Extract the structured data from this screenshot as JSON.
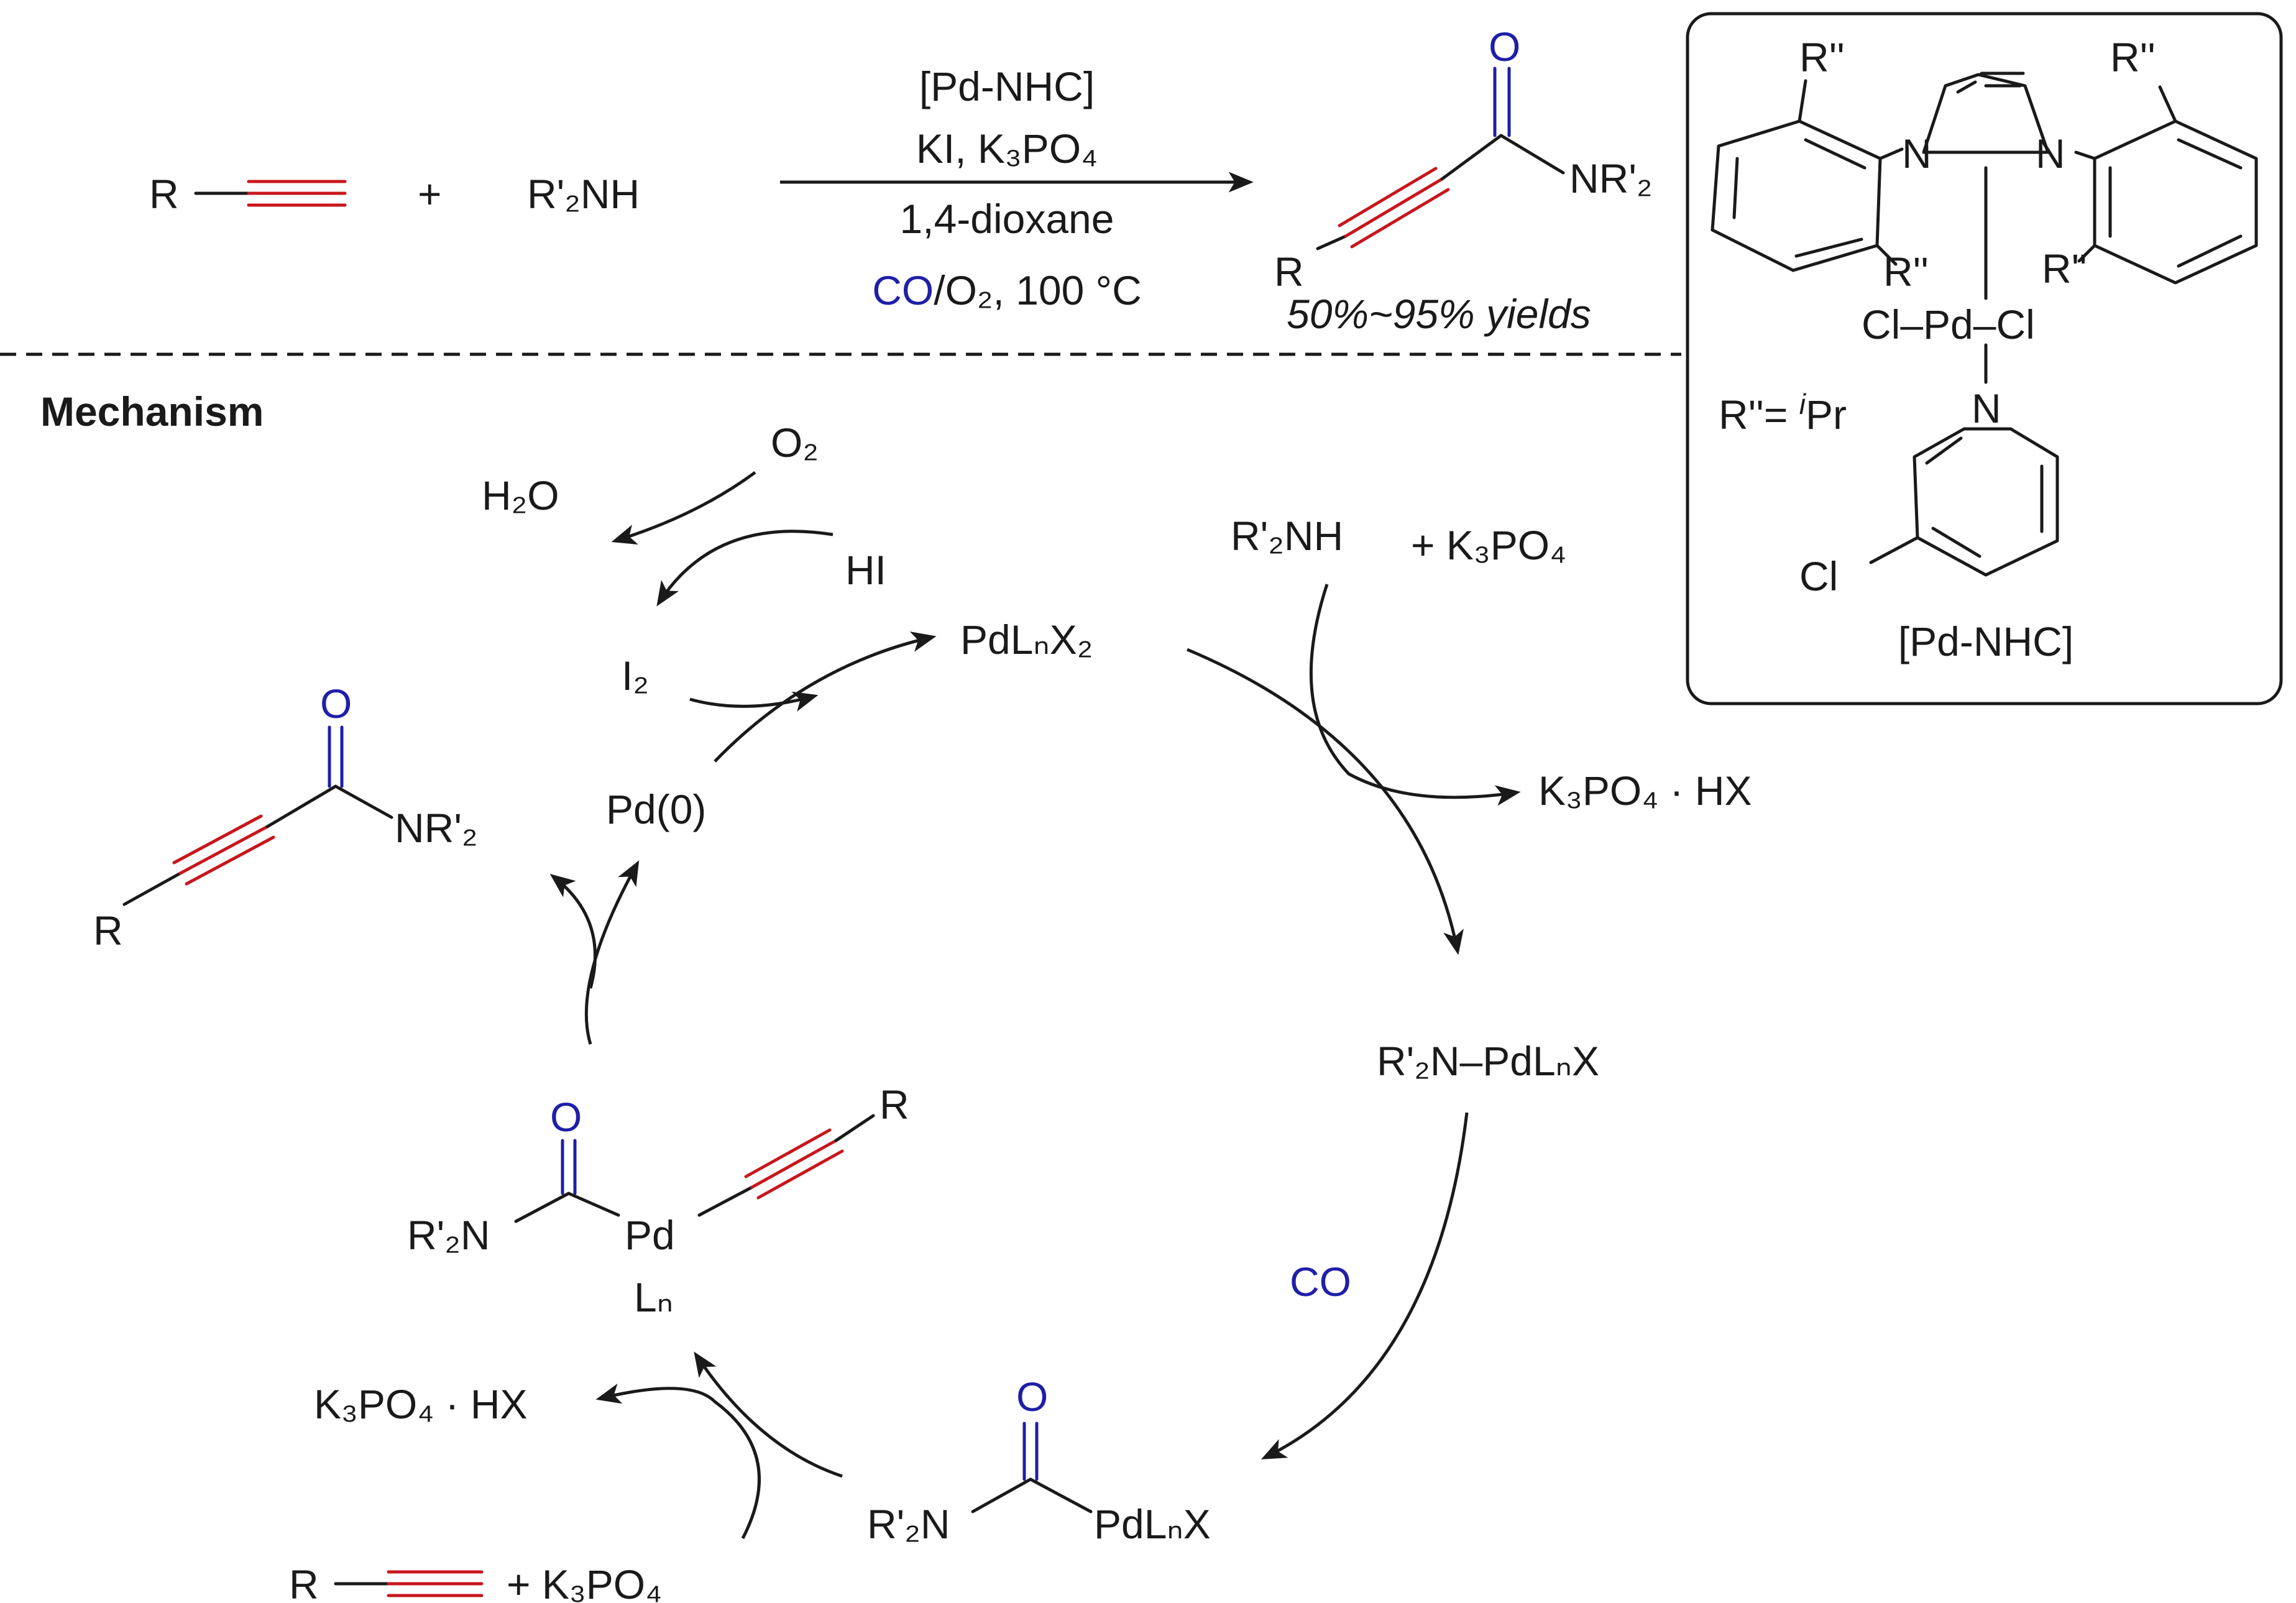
{
  "reaction": {
    "alkyne_r": "R",
    "plus": "+",
    "amine": "R'₂NH",
    "catalyst": "[Pd-NHC]",
    "additives": "KI, K₃PO₄",
    "solvent": "1,4-dioxane",
    "conditions_co": "CO",
    "conditions_rest": "/O₂, 100 °C",
    "product_o": "O",
    "product_n": "NR'₂",
    "product_r": "R",
    "yields": "50%~95% yields"
  },
  "catalyst_box": {
    "r_top_left": "R''",
    "r_top_right": "R''",
    "r_mid_left": "R''",
    "r_mid_right": "R''",
    "n_left": "N",
    "n_right": "N",
    "pd_line": "Cl–Pd–Cl",
    "n_pyridine": "N",
    "cl_pyridine": "Cl",
    "r_def_prefix": "R''= ",
    "r_def_i": "i",
    "r_def_suffix": "Pr",
    "name": "[Pd-NHC]"
  },
  "mechanism": {
    "heading": "Mechanism",
    "o2": "O₂",
    "h2o": "H₂O",
    "hi": "HI",
    "i2": "I₂",
    "pdlnx2": "PdLₙX₂",
    "pd0": "Pd(0)",
    "amine_base": "R'₂NH",
    "plus_k3po4": "+ K₃PO₄",
    "salt_top": "K₃PO₄ · HX",
    "amido_pd": "R'₂N–PdLₙX",
    "co": "CO",
    "acyl_o": "O",
    "acyl_n": "R'₂N",
    "acyl_pd": "PdLₙX",
    "salt_bottom": "K₃PO₄ · HX",
    "alkyne_r": "R",
    "alkyne_plus_base": "+ K₃PO₄",
    "int_o": "O",
    "int_n": "R'₂N",
    "int_pd": "Pd",
    "int_ln": "Lₙ",
    "int_r": "R",
    "prod_o": "O",
    "prod_n": "NR'₂",
    "prod_r": "R"
  },
  "colors": {
    "triple_bond": "#c8161d",
    "heteroatom": "#1f1fa8",
    "ink": "#1a1a1a"
  }
}
